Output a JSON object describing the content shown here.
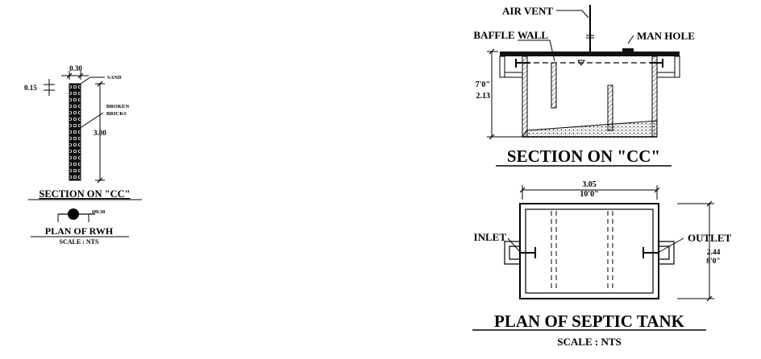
{
  "rwh": {
    "dim_top": "0.30",
    "dim_side": "0.15",
    "label_sand": "SAND",
    "label_broken_1": "BROKEN",
    "label_broken_2": "BRICKS",
    "dim_depth": "3.00",
    "section_title": "SECTION ON \"CC\"",
    "plan_dia": "Ø0.30",
    "plan_title": "PLAN  OF  RWH",
    "scale": "SCALE : NTS"
  },
  "septic_section": {
    "air_vent": "AIR VENT",
    "baffle_wall": "BAFFLE WALL",
    "man_hole": "MAN HOLE",
    "height_ft": "7'0\"",
    "height_m": "2.13",
    "title": "SECTION ON \"CC\""
  },
  "septic_plan": {
    "length_m": "3.05",
    "length_ft": "10'0\"",
    "inlet": "INLET",
    "outlet": "OUTLET",
    "width_m": "2.44",
    "width_ft": "8'0\"",
    "title": "PLAN  OF  SEPTIC  TANK",
    "scale": "SCALE : NTS"
  }
}
